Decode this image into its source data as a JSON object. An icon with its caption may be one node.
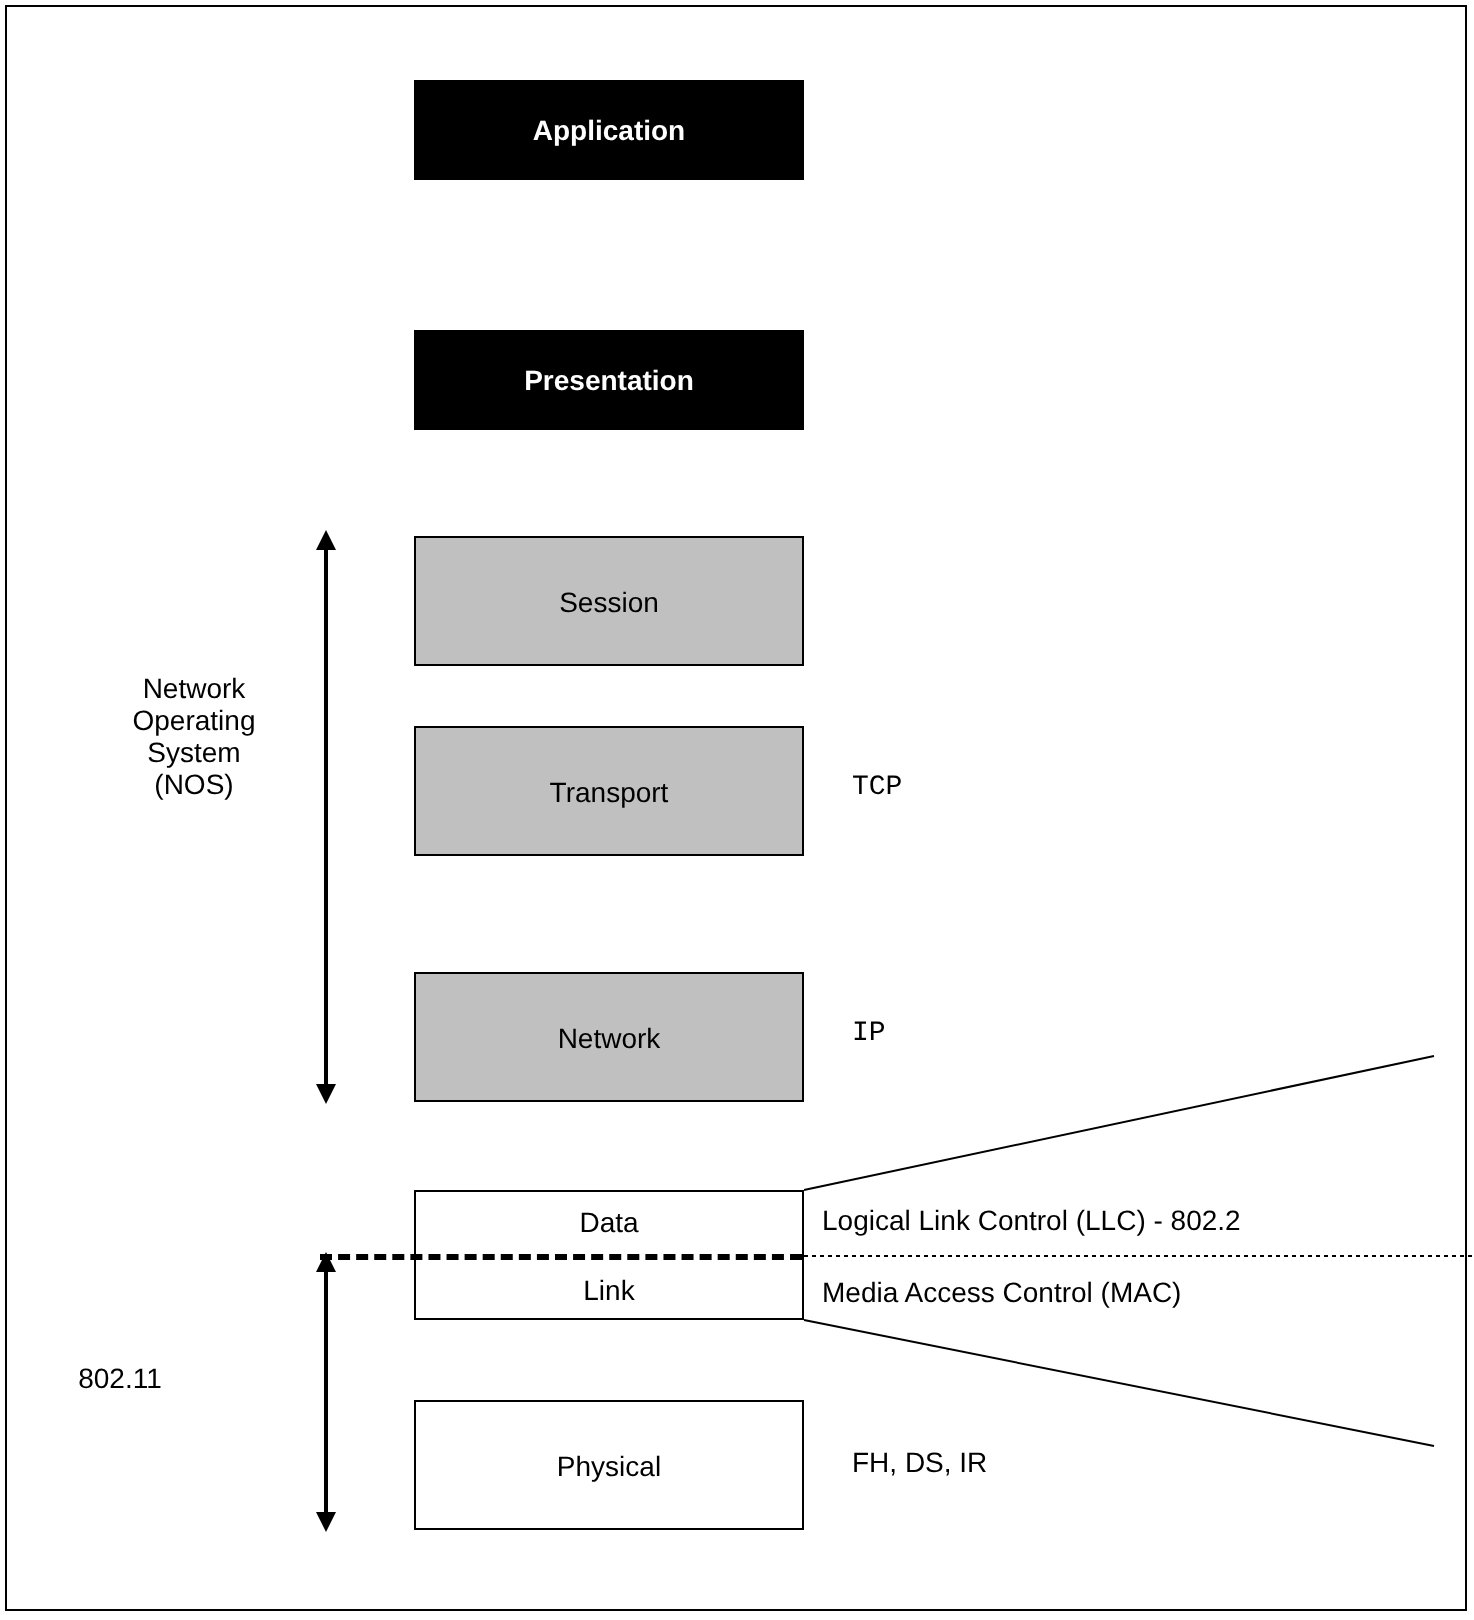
{
  "diagram": {
    "nodes": [
      {
        "text": [
          "Application"
        ]
      },
      {
        "text": [
          "Presentation"
        ]
      },
      {
        "text": [
          "Session"
        ]
      },
      {
        "text": [
          "Transport"
        ],
        "beside": [
          "TCP"
        ]
      },
      {
        "text": [
          "Network"
        ],
        "beside": [
          "IP"
        ]
      },
      {
        "text": [
          "Data Link"
        ],
        "beside": [
          "Logical Link Control (LLC) - 802.2",
          "Media Access Control (MAC)"
        ]
      },
      {
        "text": [
          "Physical"
        ],
        "beside": [
          "FH, DS, IR"
        ]
      }
    ],
    "labels": [
      "Network Operating System (NOS)",
      "802.11"
    ]
  }
}
